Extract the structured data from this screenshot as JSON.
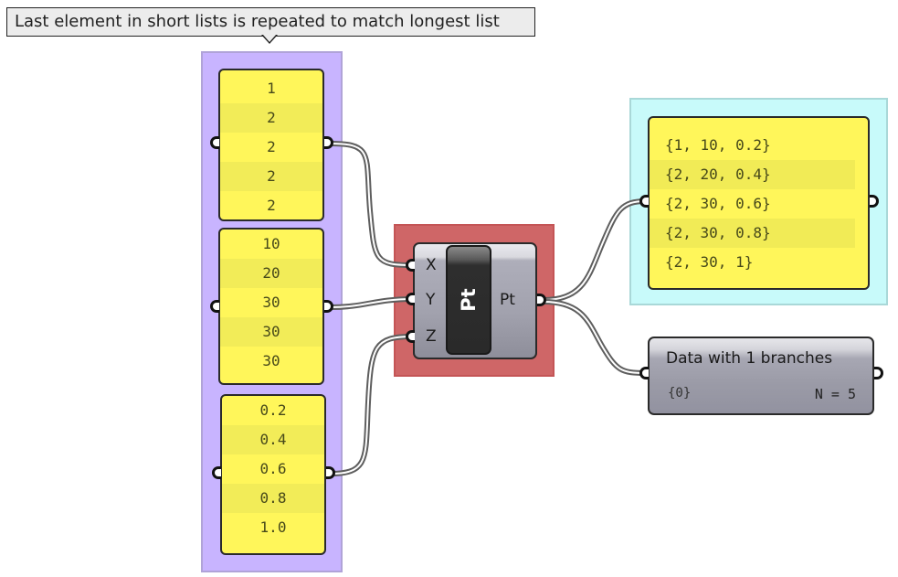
{
  "tooltip": {
    "text": "Last element in short lists is repeated to match longest list"
  },
  "inputs": {
    "x_panel": {
      "values": [
        "1",
        "2",
        "2",
        "2",
        "2"
      ]
    },
    "y_panel": {
      "values": [
        "10",
        "20",
        "30",
        "30",
        "30"
      ]
    },
    "z_panel": {
      "values": [
        "0.2",
        "0.4",
        "0.6",
        "0.8",
        "1.0"
      ]
    }
  },
  "component": {
    "name": "Pt",
    "inputs": [
      "X",
      "Y",
      "Z"
    ],
    "output": "Pt"
  },
  "output_panel": {
    "values": [
      "{1, 10, 0.2}",
      "{2, 20, 0.4}",
      "{2, 30, 0.6}",
      "{2, 30, 0.8}",
      "{2, 30, 1}"
    ]
  },
  "param_viewer": {
    "title": "Data with 1 branches",
    "path": "{0}",
    "count": "N = 5"
  },
  "colors": {
    "panel_yellow": "#fff65a",
    "group_purple": "#c8b4ff",
    "group_red": "#cf6667",
    "group_cyan": "#c8fafa",
    "wire": "#6b6b6b"
  }
}
